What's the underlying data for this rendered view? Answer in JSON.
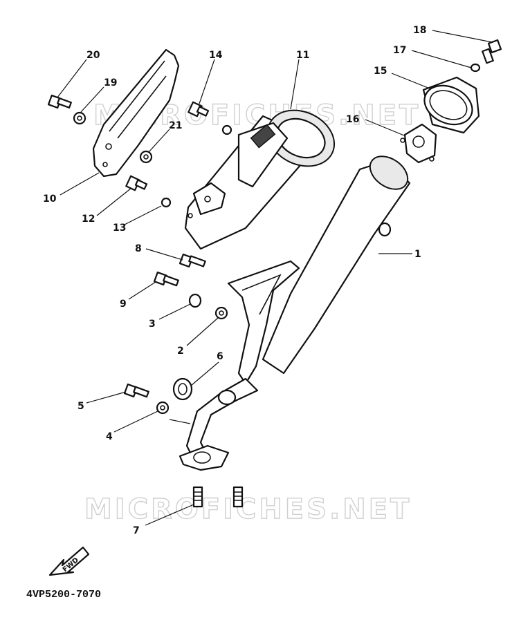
{
  "watermark": {
    "top": "MICROFICHES.NET",
    "bottom": "MICROFICHES.NET"
  },
  "callouts": [
    "1",
    "2",
    "3",
    "4",
    "5",
    "6",
    "7",
    "8",
    "9",
    "10",
    "11",
    "12",
    "13",
    "14",
    "15",
    "16",
    "17",
    "18",
    "19",
    "20",
    "21"
  ],
  "fwd_label": "FWD",
  "diagram_code": "4VP5200-7070"
}
